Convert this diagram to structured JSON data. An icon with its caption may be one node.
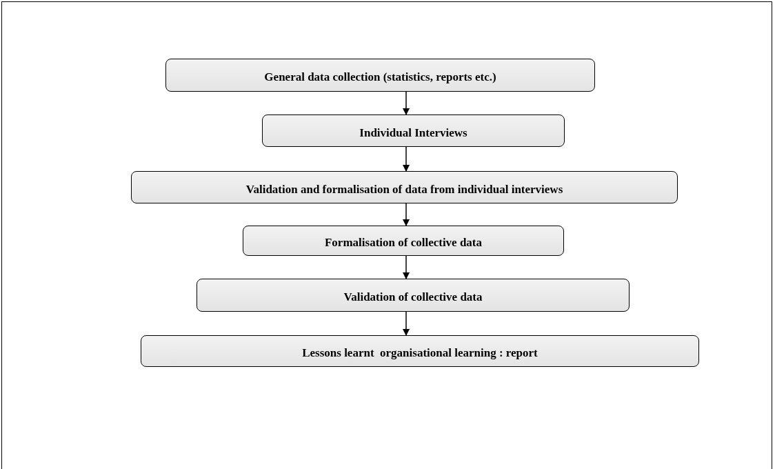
{
  "diagram": {
    "nodes": [
      {
        "text": [
          "General data collection (statistics, reports etc.)"
        ]
      },
      {
        "text": [
          "Individual Interviews"
        ]
      },
      {
        "text": [
          "Validation and formalisation of data from individual interviews"
        ]
      },
      {
        "text": [
          "Formalisation of collective data"
        ]
      },
      {
        "text": [
          "Validation of collective data"
        ]
      },
      {
        "text": [
          "Lessons learnt  organisational learning : report"
        ]
      }
    ],
    "edges": [
      {
        "from": 0,
        "to": 1,
        "arrow": "to"
      },
      {
        "from": 1,
        "to": 2,
        "arrow": "to"
      },
      {
        "from": 2,
        "to": 3,
        "arrow": "to"
      },
      {
        "from": 3,
        "to": 4,
        "arrow": "to"
      },
      {
        "from": 4,
        "to": 5,
        "arrow": "to"
      }
    ]
  }
}
